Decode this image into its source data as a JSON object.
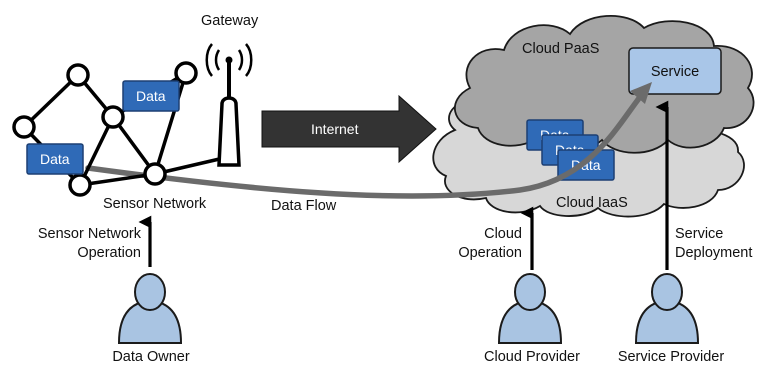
{
  "labels": {
    "gateway": "Gateway",
    "sensor_network": "Sensor Network",
    "internet": "Internet",
    "data_flow": "Data Flow",
    "cloud_paas": "Cloud PaaS",
    "cloud_iaas": "Cloud IaaS",
    "service": "Service",
    "data": "Data",
    "sensor_network_operation_1": "Sensor Network",
    "sensor_network_operation_2": "Operation",
    "cloud_operation_1": "Cloud",
    "cloud_operation_2": "Operation",
    "service_deployment_1": "Service",
    "service_deployment_2": "Deployment",
    "data_owner": "Data Owner",
    "cloud_provider": "Cloud Provider",
    "service_provider": "Service Provider"
  },
  "colors": {
    "data_box": "#2f6ab7",
    "service_box": "#a9c6e8",
    "person": "#a9c4e2",
    "cloud_paas": "#a5a5a5",
    "cloud_iaas": "#d7d7d7",
    "internet_arrow": "#333333",
    "data_flow": "#6b6b6b"
  }
}
